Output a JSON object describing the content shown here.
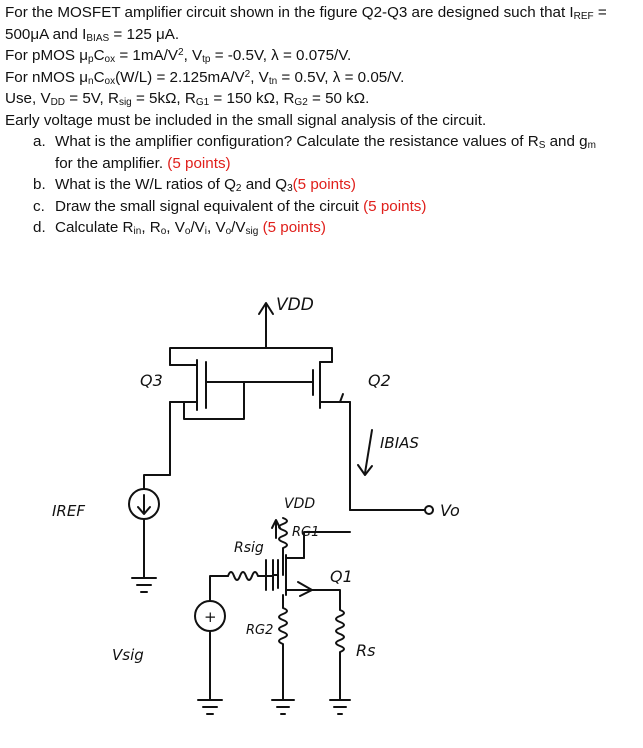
{
  "intro": {
    "l1a": "For the MOSFET amplifier circuit shown in the figure Q2-Q3 are designed such that I",
    "l1sub": "REF",
    "l1b": " =",
    "l2a": "500μA and I",
    "l2sub": "BIAS",
    "l2b": " = 125 μA."
  },
  "pmos": {
    "a": "For pMOS μ",
    "s1": "p",
    "b": "C",
    "s2": "ox",
    "c": " = 1mA/V",
    "sup1": "2",
    "d": ", V",
    "s3": "tp",
    "e": " = -0.5V, λ = 0.075/V."
  },
  "nmos": {
    "a": "For nMOS μ",
    "s1": "n",
    "b": "C",
    "s2": "ox",
    "c": "(W/L) = 2.125mA/V",
    "sup1": "2",
    "d": ", V",
    "s3": "tn",
    "e": " = 0.5V, λ = 0.05/V."
  },
  "use": {
    "a": "Use, V",
    "s1": "DD",
    "b": " = 5V, R",
    "s2": "sig",
    "c": " = 5kΩ, R",
    "s3": "G1",
    "d": " = 150 kΩ, R",
    "s4": "G2",
    "e": " = 50 kΩ."
  },
  "early": "Early voltage must be included in the small signal analysis of the circuit.",
  "questions": {
    "a": {
      "label": "a.",
      "l1a": "What is the amplifier configuration? Calculate the resistance values of R",
      "l1sub": "S",
      "l1b": " and g",
      "l1sub2": "m",
      "l2": "for the amplifier. ",
      "points": "(5 points)"
    },
    "b": {
      "label": "b.",
      "a": "What is the W/L ratios of Q",
      "s1": "2",
      "b": " and Q",
      "s2": "3",
      "points": "(5 points)"
    },
    "c": {
      "label": "c.",
      "text": "Draw the small signal equivalent of the circuit ",
      "points": "(5 points)"
    },
    "d": {
      "label": "d.",
      "a": "Calculate R",
      "s1": "in",
      "b": ", R",
      "s2": "o",
      "c": ", V",
      "s3": "o",
      "d": "/V",
      "s4": "i",
      "e": ", V",
      "s5": "o",
      "f": "/V",
      "s6": "sig",
      "g": " ",
      "points": "(5 points)"
    }
  },
  "figure": {
    "vdd_top": "VDD",
    "q3": "Q3",
    "q2": "Q2",
    "ibias": "IBIAS",
    "iref": "IREF",
    "vdd_inner": "VDD",
    "vo": "Vo",
    "rsig": "Rsig",
    "rg1": "RG1",
    "q1": "Q1",
    "vsig": "Vsig",
    "rg2": "RG2",
    "rs": "Rs",
    "plus": "+"
  }
}
